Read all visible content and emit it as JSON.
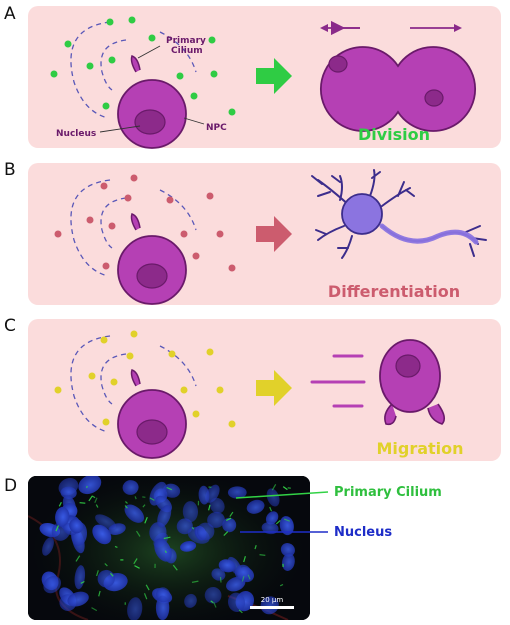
{
  "panels": {
    "a": {
      "letter": "A",
      "label_primary": "Primary",
      "label_cilium": "Cilium",
      "label_nucleus": "Nucleus",
      "label_npc": "NPC",
      "outcome": "Division"
    },
    "b": {
      "letter": "B",
      "outcome": "Differentiation"
    },
    "c": {
      "letter": "C",
      "outcome": "Migration"
    },
    "d": {
      "letter": "D",
      "label_cilium": "Primary Cilium",
      "label_nucleus": "Nucleus",
      "scale_bar": "20 μm"
    }
  },
  "colors": {
    "panel_bg": "#fbdcdc",
    "cell": "#b540b4",
    "cell_outline": "#6a1a6a",
    "nucleus": "#8c2a8a",
    "green": "#2fcc44",
    "red_dot": "#cc5c6e",
    "yellow": "#e1d12a",
    "neuron": "#8b74e0",
    "neuron_outline": "#3c2d8c",
    "dashed": "#5a58b8",
    "micro_green": "#32d246",
    "micro_blue": "#1e2dc8"
  },
  "icons": [
    "arrow-right-icon",
    "double-arrow-icon",
    "motion-lines-icon"
  ]
}
